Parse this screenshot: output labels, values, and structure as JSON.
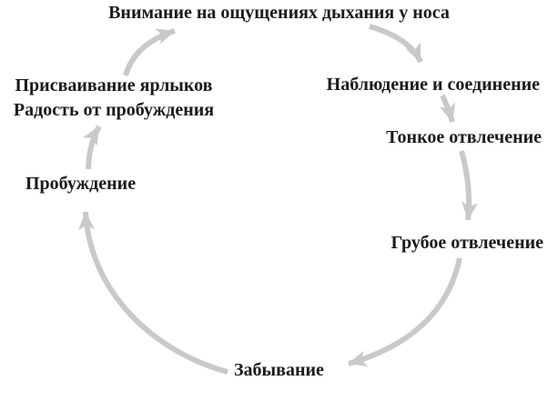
{
  "diagram": {
    "type": "cycle",
    "direction": "clockwise",
    "nodes": [
      {
        "id": "attention",
        "label": "Внимание на ощущениях дыхания у носа",
        "position": "top"
      },
      {
        "id": "observing",
        "label": "Наблюдение и соединение",
        "position": "upper-right"
      },
      {
        "id": "subtle-distraction",
        "label": "Тонкое отвлечение",
        "position": "right"
      },
      {
        "id": "gross-distraction",
        "label": "Грубое отвлечение",
        "position": "lower-right"
      },
      {
        "id": "forgetting",
        "label": "Забывание",
        "position": "bottom"
      },
      {
        "id": "waking",
        "label": "Пробуждение",
        "position": "left"
      },
      {
        "id": "labeling",
        "line1": "Присваивание ярлыков",
        "line2": "Радость от пробуждения",
        "position": "upper-left"
      }
    ],
    "edges": [
      {
        "from": "attention",
        "to": "observing"
      },
      {
        "from": "observing",
        "to": "subtle-distraction"
      },
      {
        "from": "subtle-distraction",
        "to": "gross-distraction"
      },
      {
        "from": "gross-distraction",
        "to": "forgetting"
      },
      {
        "from": "forgetting",
        "to": "waking"
      },
      {
        "from": "waking",
        "to": "labeling"
      },
      {
        "from": "labeling",
        "to": "attention"
      }
    ],
    "colors": {
      "arrow": "#c9c9c9",
      "text": "#1b1b1b",
      "background": "#ffffff"
    }
  }
}
